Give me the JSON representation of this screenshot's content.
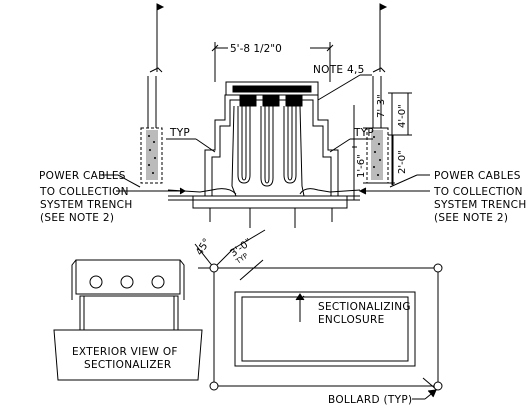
{
  "labels": {
    "power_cables_left": "POWER CABLES",
    "to_collection_left": "TO COLLECTION",
    "system_trench_left": "SYSTEM TRENCH",
    "see_note_left": "(SEE NOTE 2)",
    "power_cables_right": "POWER CABLES",
    "to_collection_right": "TO COLLECTION",
    "system_trench_right": "SYSTEM TRENCH",
    "see_note_right": "(SEE NOTE 2)",
    "typ_left": "TYP",
    "typ_right": "TYP",
    "note": "NOTE 4,5",
    "sectionalizing_line1": "SECTIONALIZING",
    "sectionalizing_line2": "ENCLOSURE",
    "exterior_line1": "EXTERIOR VIEW OF",
    "exterior_line2": "SECTIONALIZER",
    "bollard": "BOLLARD (TYP)"
  },
  "dimensions": {
    "width_top": "5'-8 1/2\"0",
    "height_total": "7'-3\"",
    "height_upper": "4'-0\"",
    "height_lower": "2'-0\"",
    "depth": "1'-6\"",
    "diag": "3'-0\"",
    "diag_sub": "TYP",
    "angle": "45°"
  }
}
